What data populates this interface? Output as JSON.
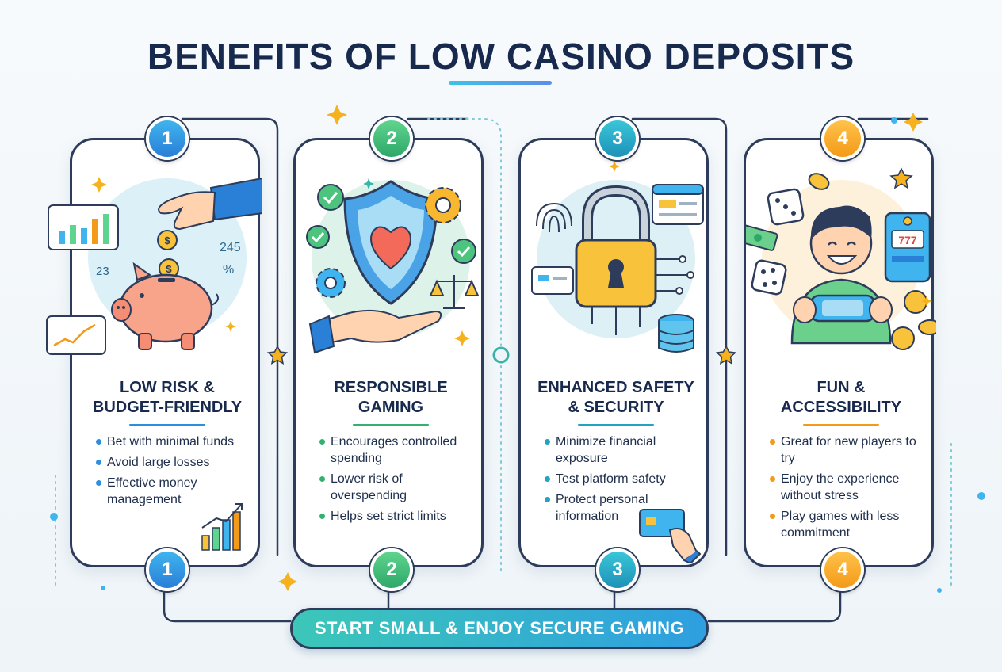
{
  "title": "BENEFITS OF LOW CASINO DEPOSITS",
  "cards": [
    {
      "number": "1",
      "title_line1": "LOW RISK &",
      "title_line2": "BUDGET-FRIENDLY",
      "accent": "#2a8fe0",
      "bullets": [
        "Bet with minimal funds",
        "Avoid large losses",
        "Effective money management"
      ],
      "illustration_labels": [
        "245",
        "%",
        "23"
      ],
      "icons": [
        "piggy-bank-icon",
        "coin-icon",
        "hand-icon",
        "bar-chart-icon",
        "line-chart-icon"
      ]
    },
    {
      "number": "2",
      "title_line1": "RESPONSIBLE",
      "title_line2": "GAMING",
      "accent": "#33b06e",
      "bullets": [
        "Encourages controlled spending",
        "Lower risk of overspending",
        "Helps set strict limits"
      ],
      "icons": [
        "shield-heart-icon",
        "gear-icon",
        "checkmark-icon",
        "scales-icon",
        "open-hand-icon"
      ]
    },
    {
      "number": "3",
      "title_line1": "ENHANCED SAFETY",
      "title_line2": "& SECURITY",
      "accent": "#23a3c4",
      "bullets": [
        "Minimize financial exposure",
        "Test platform safety",
        "Protect personal information"
      ],
      "icons": [
        "padlock-icon",
        "fingerprint-icon",
        "browser-window-icon",
        "database-icon",
        "credit-card-icon"
      ]
    },
    {
      "number": "4",
      "title_line1": "FUN &",
      "title_line2": "ACCESSIBILITY",
      "accent": "#f39a18",
      "bullets": [
        "Great for new players to try",
        "Enjoy the experience without stress",
        "Play games with less commitment"
      ],
      "illustration_labels": [
        "777"
      ],
      "icons": [
        "happy-gamer-icon",
        "dice-icon",
        "slot-machine-icon",
        "coin-icon",
        "cash-icon"
      ]
    }
  ],
  "banner": "START SMALL & ENJOY SECURE GAMING"
}
